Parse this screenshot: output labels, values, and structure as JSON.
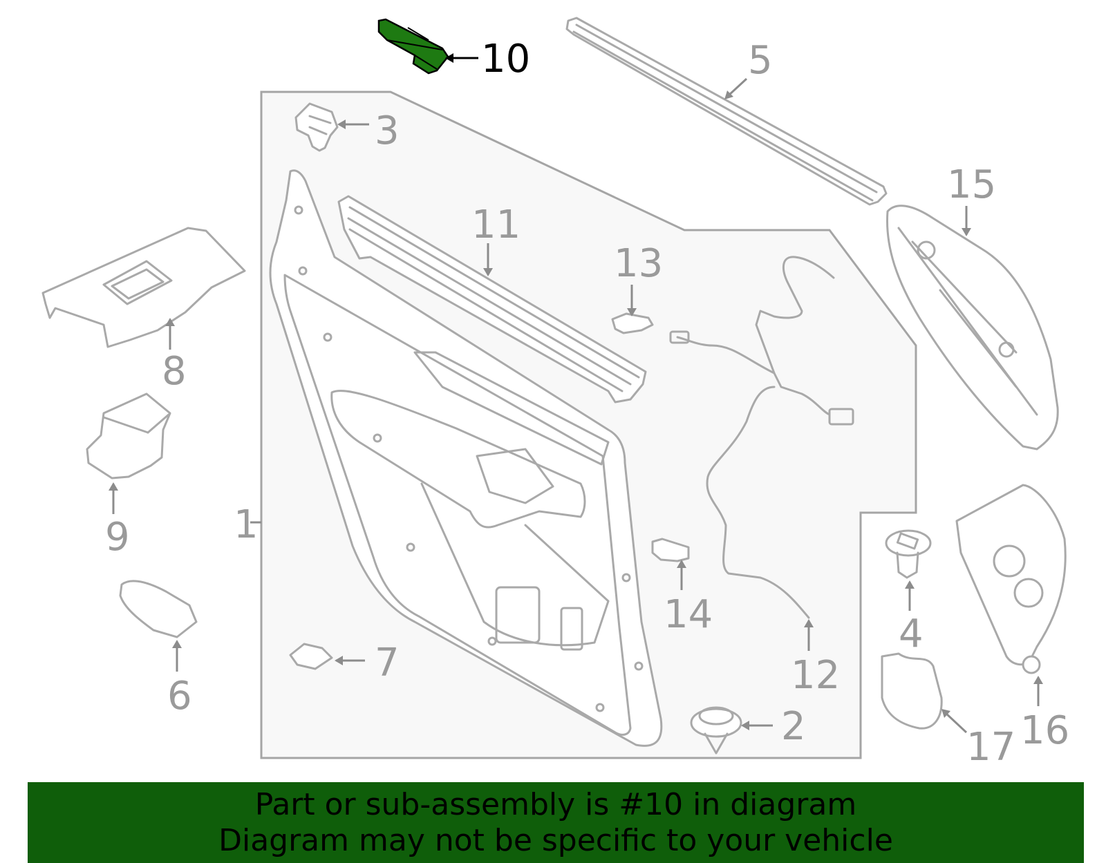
{
  "diagram": {
    "highlight_color": "#1e7a12",
    "callouts": [
      {
        "id": "1",
        "label": "1"
      },
      {
        "id": "2",
        "label": "2"
      },
      {
        "id": "3",
        "label": "3"
      },
      {
        "id": "4",
        "label": "4"
      },
      {
        "id": "5",
        "label": "5"
      },
      {
        "id": "6",
        "label": "6"
      },
      {
        "id": "7",
        "label": "7"
      },
      {
        "id": "8",
        "label": "8"
      },
      {
        "id": "9",
        "label": "9"
      },
      {
        "id": "10",
        "label": "10",
        "highlighted": true
      },
      {
        "id": "11",
        "label": "11"
      },
      {
        "id": "12",
        "label": "12"
      },
      {
        "id": "13",
        "label": "13"
      },
      {
        "id": "14",
        "label": "14"
      },
      {
        "id": "15",
        "label": "15"
      },
      {
        "id": "16",
        "label": "16"
      },
      {
        "id": "17",
        "label": "17"
      }
    ]
  },
  "banner": {
    "background": "#0f5e0a",
    "line1": "Part or sub-assembly is #10 in diagram",
    "line2": "Diagram may not be specific to your vehicle"
  }
}
